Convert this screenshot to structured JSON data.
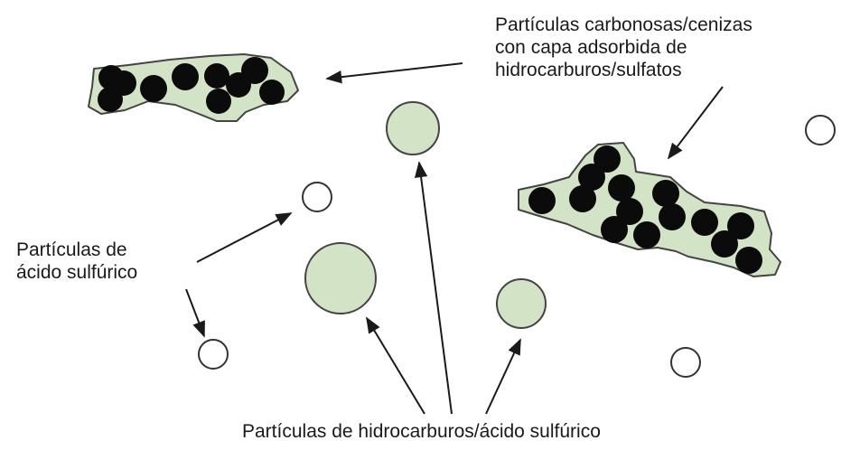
{
  "labels": {
    "carbon_line1": "Partículas carbonosas/cenizas",
    "carbon_line2": "con capa adsorbida de",
    "carbon_line3": "hidrocarburos/sulfatos",
    "acid_line1": "Partículas de",
    "acid_line2": "ácido sulfúrico",
    "hydro": "Partículas de hidrocarburos/ácido sulfúrico"
  },
  "colors": {
    "halo_fill": "#d3e3c5",
    "core_fill": "#0b0b0b",
    "outline": "#444444",
    "text": "#1a1a1a"
  }
}
